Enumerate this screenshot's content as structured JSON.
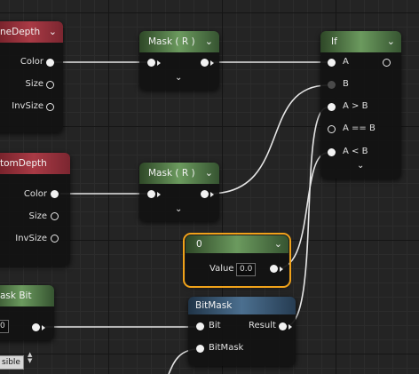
{
  "nodes": {
    "scene_depth": {
      "title": "neDepth",
      "pins": {
        "color": "Color",
        "size": "Size",
        "invsize": "InvSize"
      }
    },
    "custom_depth": {
      "title": "tomDepth",
      "pins": {
        "color": "Color",
        "size": "Size",
        "invsize": "InvSize"
      }
    },
    "mask_top": {
      "title": "Mask ( R )"
    },
    "mask_bottom": {
      "title": "Mask ( R )"
    },
    "if_node": {
      "title": "If",
      "pins": {
        "a": "A",
        "b": "B",
        "a_gt_b": "A > B",
        "a_eq_b": "A == B",
        "a_lt_b": "A < B"
      }
    },
    "constant": {
      "title": "0",
      "value_label": "Value",
      "value": "0.0"
    },
    "mask_bit": {
      "title": "ask Bit",
      "value": "0"
    },
    "bitmask": {
      "title": "BitMask",
      "pins": {
        "bit": "Bit",
        "bitmask": "BitMask",
        "result": "Result"
      }
    }
  },
  "corner_tag": {
    "label": "sible"
  },
  "icons": {
    "expand": "chevron-down-icon",
    "collapse": "collapse-arrows-icon"
  },
  "colors": {
    "accent_selection": "#f0a21a",
    "header_red": "#a93a45",
    "header_green": "#6b9a5e",
    "header_blue": "#4b6f8f",
    "wire": "#e8e8e8"
  }
}
